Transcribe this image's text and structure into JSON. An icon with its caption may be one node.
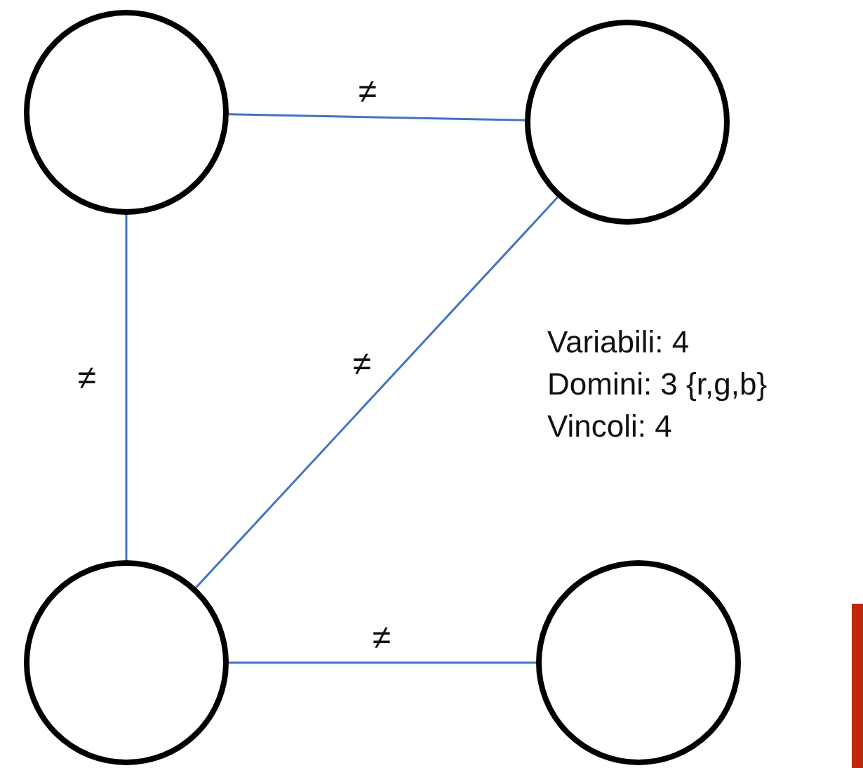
{
  "diagram": {
    "nodes": [
      {
        "text": [],
        "shape": "circle"
      },
      {
        "text": [],
        "shape": "circle"
      },
      {
        "text": [],
        "shape": "circle"
      },
      {
        "text": [],
        "shape": "circle"
      }
    ],
    "edges": [
      {
        "from": 0,
        "to": 1,
        "arrow": "none",
        "label": "≠"
      },
      {
        "from": 0,
        "to": 2,
        "arrow": "none",
        "label": "≠"
      },
      {
        "from": 1,
        "to": 2,
        "arrow": "none",
        "label": "≠"
      },
      {
        "from": 2,
        "to": 3,
        "arrow": "none",
        "label": "≠"
      }
    ],
    "labels": [
      "Variabili: 4",
      "Domini: 3 {r,g,b}",
      "Vincoli: 4"
    ]
  }
}
